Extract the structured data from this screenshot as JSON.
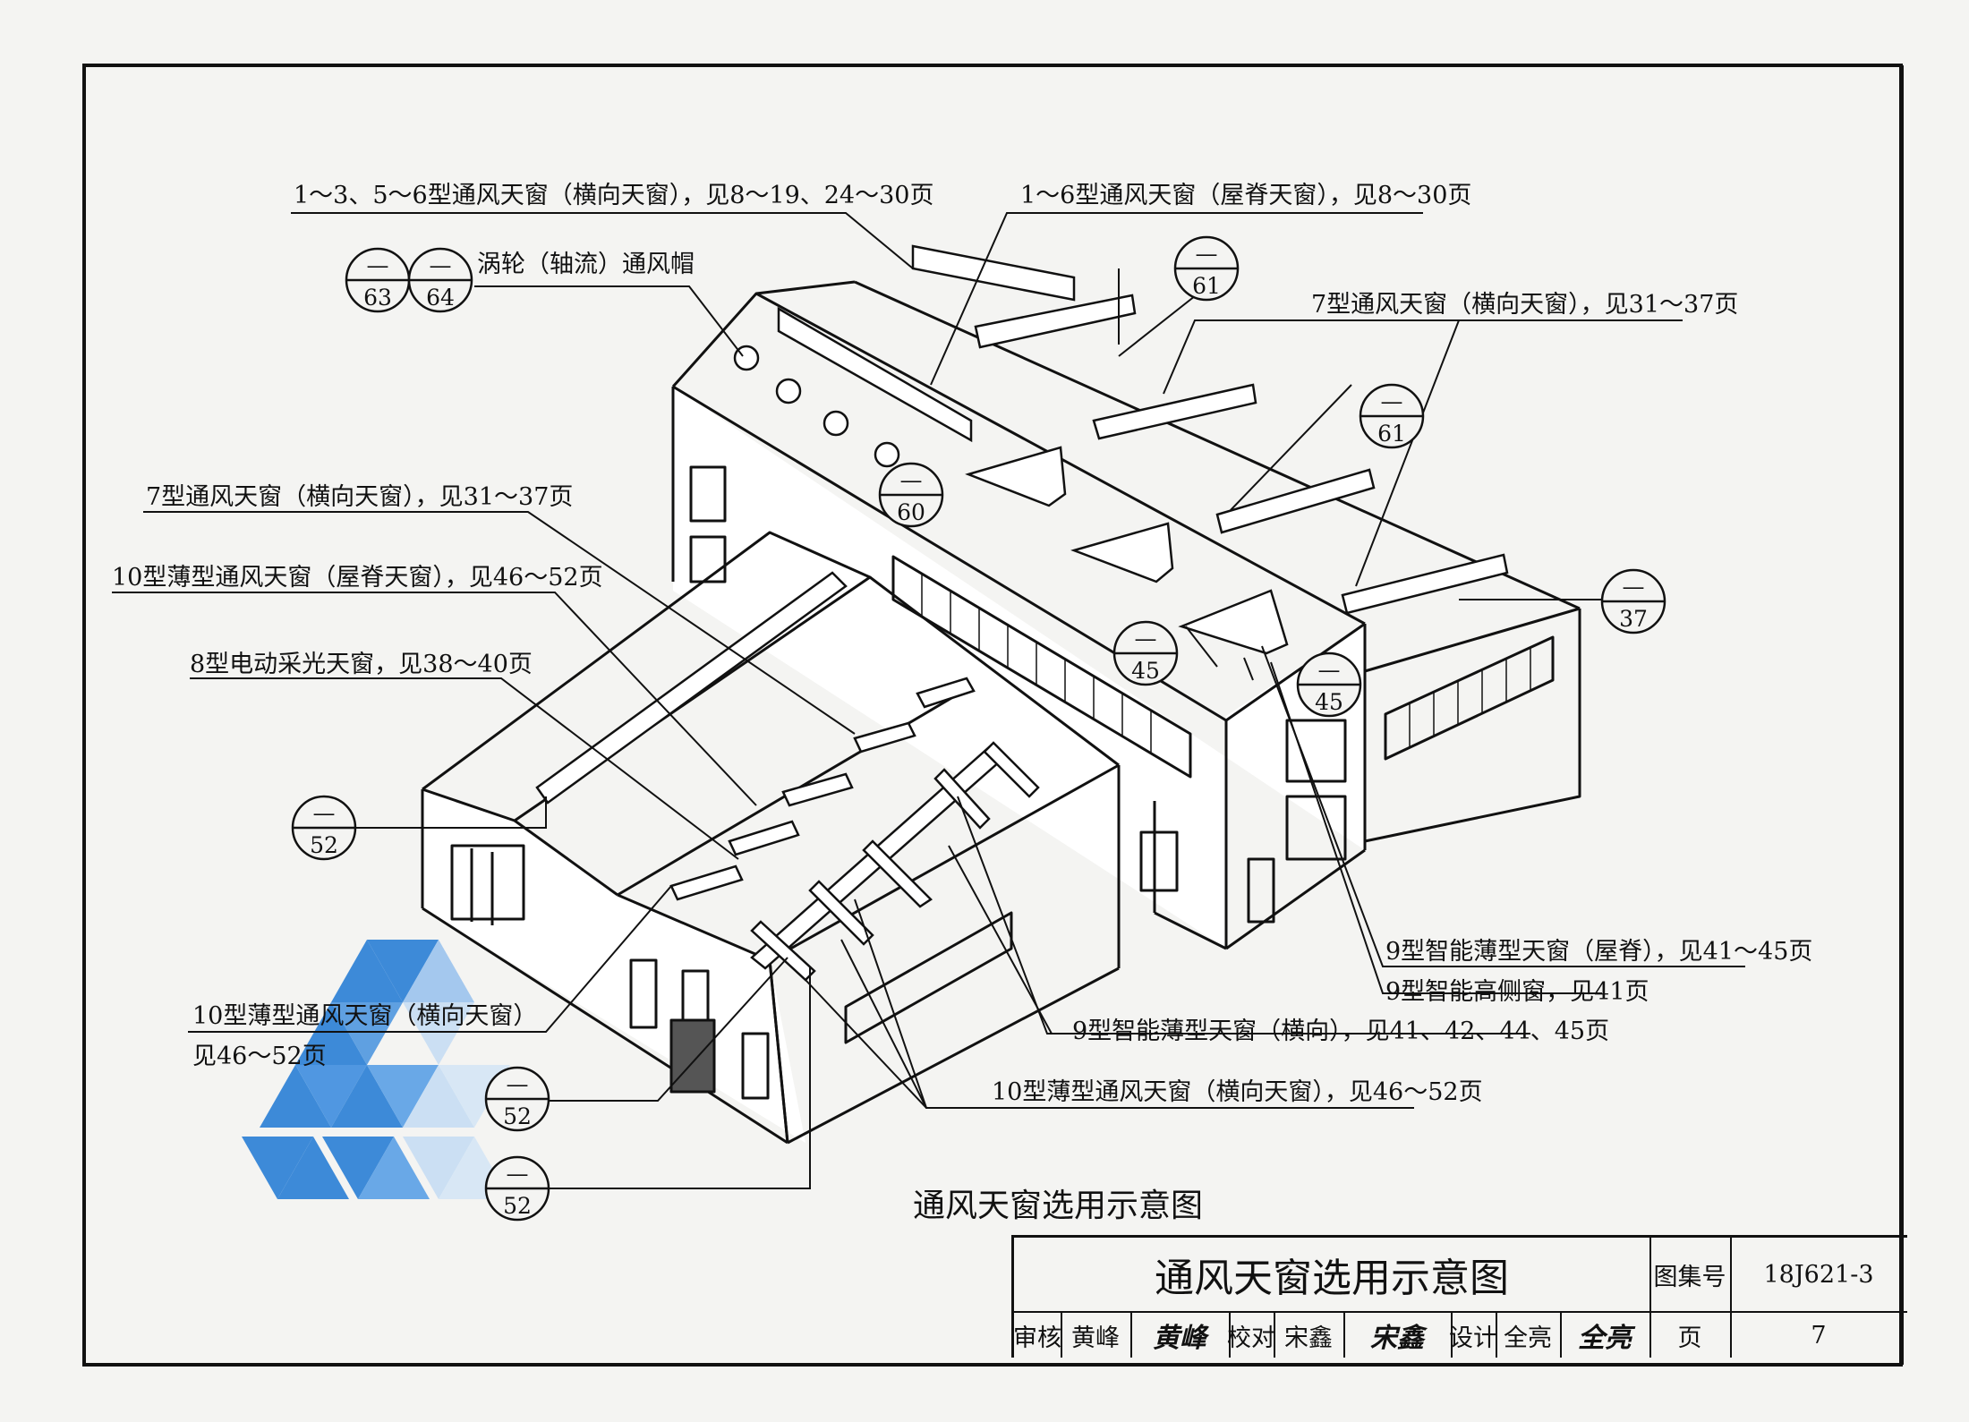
{
  "labels": {
    "l1": "1～3、5～6型通风天窗（横向天窗），见8～19、24～30页",
    "l2": "1～6型通风天窗（屋脊天窗），见8～30页",
    "l3": "涡轮（轴流）通风帽",
    "l4": "7型通风天窗（横向天窗），见31～37页",
    "l5": "7型通风天窗（横向天窗），见31～37页",
    "l6": "10型薄型通风天窗（屋脊天窗），见46～52页",
    "l7": "8型电动采光天窗，见38～40页",
    "l8a": "10型薄型通风天窗（横向天窗）",
    "l8b": "见46～52页",
    "l9": "9型智能薄型天窗（屋脊），见41～45页",
    "l10": "9型智能高侧窗，见41页",
    "l11": "9型智能薄型天窗（横向），见41、42、44、45页",
    "l12": "10型薄型通风天窗（横向天窗），见46～52页"
  },
  "refs": {
    "r63": {
      "top": "—",
      "bottom": "63"
    },
    "r64": {
      "top": "—",
      "bottom": "64"
    },
    "r61a": {
      "top": "—",
      "bottom": "61"
    },
    "r61b": {
      "top": "—",
      "bottom": "61"
    },
    "r60": {
      "top": "—",
      "bottom": "60"
    },
    "r37": {
      "top": "—",
      "bottom": "37"
    },
    "r45a": {
      "top": "—",
      "bottom": "45"
    },
    "r45b": {
      "top": "—",
      "bottom": "45"
    },
    "r52a": {
      "top": "—",
      "bottom": "52"
    },
    "r52b": {
      "top": "—",
      "bottom": "52"
    },
    "r52c": {
      "top": "—",
      "bottom": "52"
    }
  },
  "caption": "通风天窗选用示意图",
  "title_block": {
    "title": "通风天窗选用示意图",
    "atlas_label": "图集号",
    "atlas_no": "18J621-3",
    "review_label": "审核",
    "review_name": "黄峰",
    "review_sig": "黄峰",
    "check_label": "校对",
    "check_name": "宋鑫",
    "check_sig": "宋鑫",
    "design_label": "设计",
    "design_name": "全亮",
    "design_sig": "全亮",
    "page_label": "页",
    "page_no": "7"
  },
  "colors": {
    "watermark": "#2a7fd6",
    "line": "#111111",
    "paper": "#f4f4f2"
  }
}
